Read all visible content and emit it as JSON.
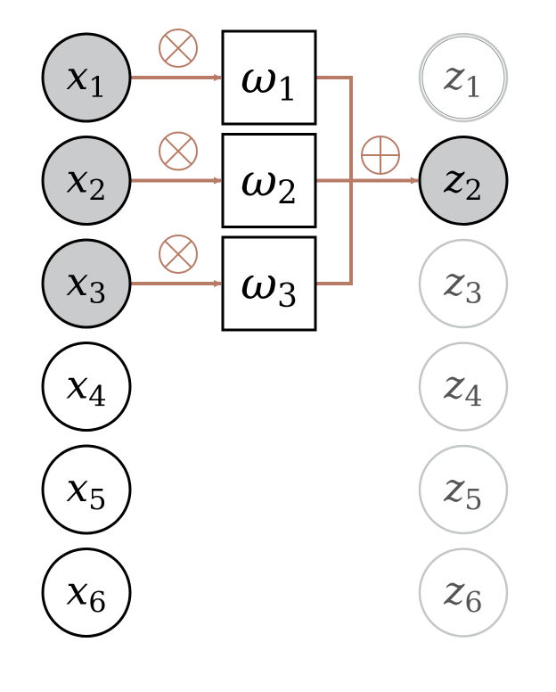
{
  "colors": {
    "active_fill": "#c9cbcc",
    "node_stroke": "#000000",
    "muted_stroke": "#c3c7c7",
    "muted_text": "#555555",
    "connection": "#b87c66"
  },
  "inputs": [
    {
      "base": "x",
      "sub": "1",
      "active": true
    },
    {
      "base": "x",
      "sub": "2",
      "active": true
    },
    {
      "base": "x",
      "sub": "3",
      "active": true
    },
    {
      "base": "x",
      "sub": "4",
      "active": false
    },
    {
      "base": "x",
      "sub": "5",
      "active": false
    },
    {
      "base": "x",
      "sub": "6",
      "active": false
    }
  ],
  "weights": [
    {
      "base": "ω",
      "sub": "1"
    },
    {
      "base": "ω",
      "sub": "2"
    },
    {
      "base": "ω",
      "sub": "3"
    }
  ],
  "outputs": [
    {
      "base": "z",
      "sub": "1",
      "state": "dim"
    },
    {
      "base": "z",
      "sub": "2",
      "state": "active"
    },
    {
      "base": "z",
      "sub": "3",
      "state": "muted"
    },
    {
      "base": "z",
      "sub": "4",
      "state": "muted"
    },
    {
      "base": "z",
      "sub": "5",
      "state": "muted"
    },
    {
      "base": "z",
      "sub": "6",
      "state": "muted"
    }
  ],
  "operators": {
    "multiply_icon": "circled-times-icon",
    "sum_icon": "circled-plus-icon"
  }
}
